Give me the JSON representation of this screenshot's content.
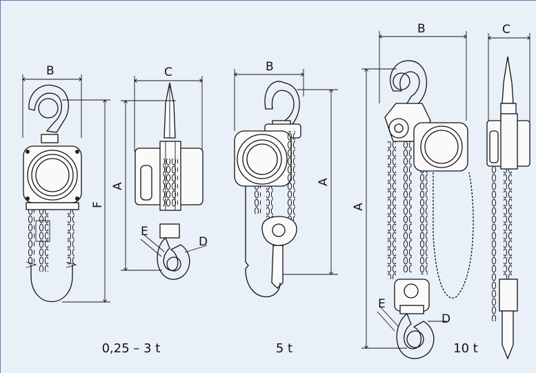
{
  "labels": {
    "hoist1": {
      "B": "B",
      "C": "C",
      "A": "A",
      "F": "F",
      "E": "E",
      "D": "D",
      "capacity": "0,25 – 3 t"
    },
    "hoist2": {
      "B": "B",
      "A": "A",
      "capacity": "5 t"
    },
    "hoist3": {
      "B": "B",
      "C": "C",
      "A": "A",
      "E": "E",
      "D": "D",
      "capacity": "10 t"
    }
  }
}
